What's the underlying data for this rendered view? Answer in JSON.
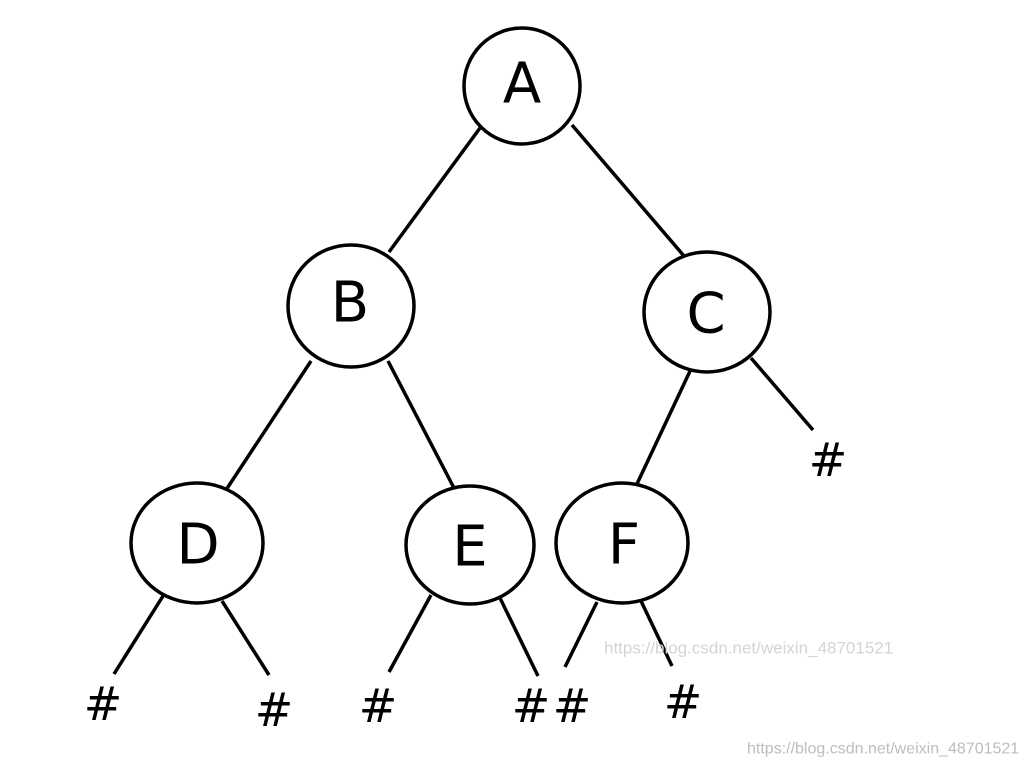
{
  "diagram": {
    "nodes": [
      {
        "id": "A",
        "label": "A"
      },
      {
        "id": "B",
        "label": "B"
      },
      {
        "id": "C",
        "label": "C"
      },
      {
        "id": "D",
        "label": "D"
      },
      {
        "id": "E",
        "label": "E"
      },
      {
        "id": "F",
        "label": "F"
      }
    ],
    "null_marker": "#",
    "edges": [
      {
        "from": "A",
        "to": "B"
      },
      {
        "from": "A",
        "to": "C"
      },
      {
        "from": "B",
        "to": "D"
      },
      {
        "from": "B",
        "to": "E"
      },
      {
        "from": "C",
        "to": "F"
      },
      {
        "from": "C",
        "to": "C-right-null"
      },
      {
        "from": "D",
        "to": "D-left-null"
      },
      {
        "from": "D",
        "to": "D-right-null"
      },
      {
        "from": "E",
        "to": "E-left-null"
      },
      {
        "from": "E",
        "to": "E-right-null"
      },
      {
        "from": "F",
        "to": "F-left-null"
      },
      {
        "from": "F",
        "to": "F-right-null"
      }
    ],
    "colors": {
      "stroke": "#000000",
      "background": "#ffffff",
      "watermark": "#c8c8c8"
    }
  },
  "watermarks": {
    "center": "https://blog.csdn.net/weixin_48701521",
    "corner": "https://blog.csdn.net/weixin_48701521"
  }
}
